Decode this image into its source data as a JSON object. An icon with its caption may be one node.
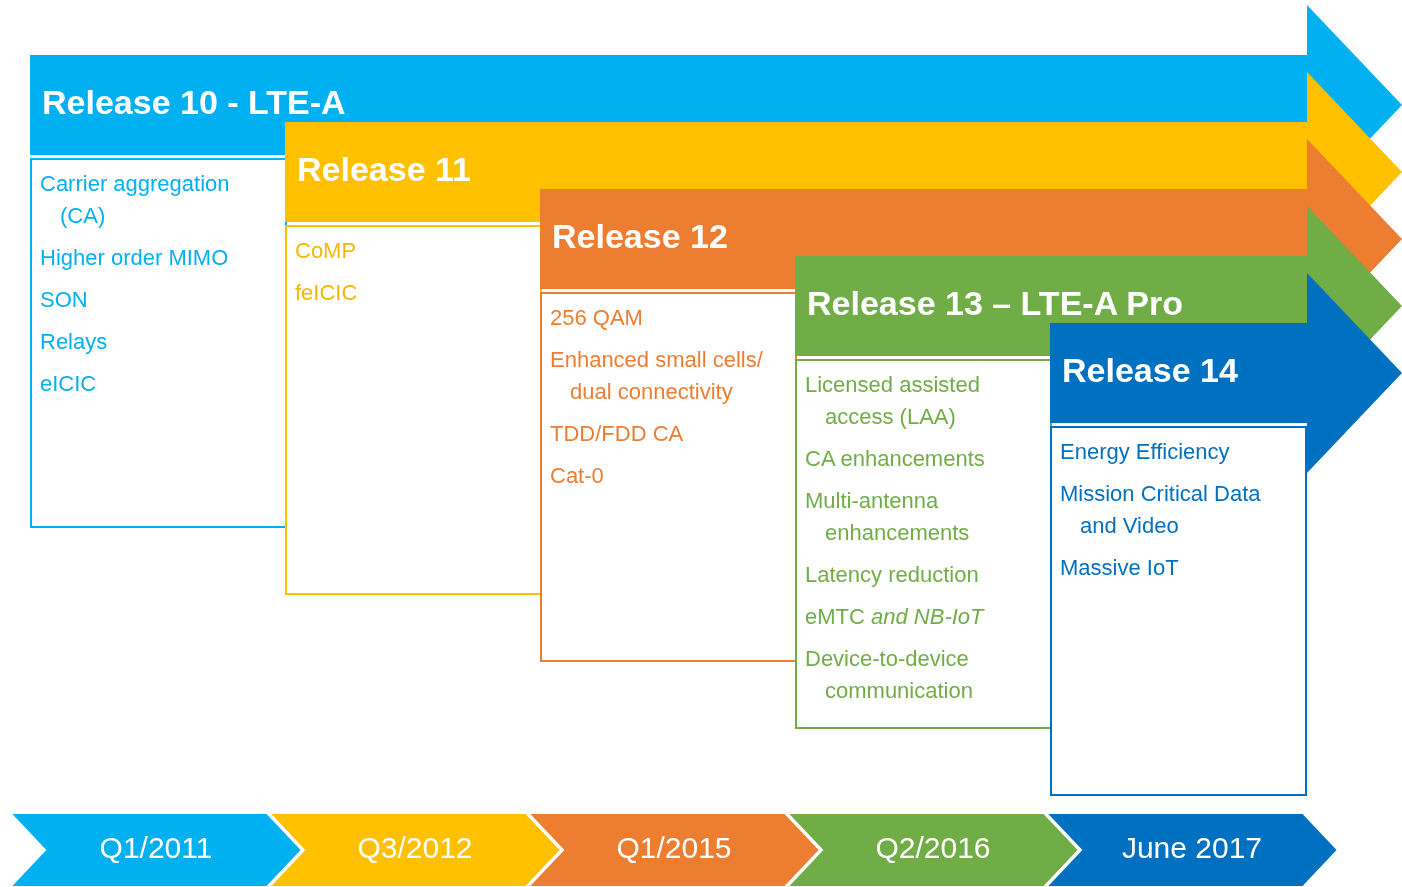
{
  "diagram": {
    "nodes": [
      {
        "text": [
          "Release 10 - LTE-A"
        ]
      },
      {
        "text": [
          "Carrier aggregation (CA)",
          "Higher order MIMO",
          "SON",
          "Relays",
          "eICIC"
        ]
      },
      {
        "text": [
          "Release 11"
        ]
      },
      {
        "text": [
          "CoMP",
          "feICIC"
        ]
      },
      {
        "text": [
          "Release 12"
        ]
      },
      {
        "text": [
          "256 QAM",
          "Enhanced small cells/ dual connectivity",
          "TDD/FDD CA",
          "Cat-0"
        ]
      },
      {
        "text": [
          "Release 13 – LTE-A Pro"
        ]
      },
      {
        "text": [
          "Licensed assisted access (LAA)",
          "CA enhancements",
          "Multi-antenna enhancements",
          "Latency reduction",
          "eMTC *and NB-IoT*",
          "Device-to-device communication"
        ]
      },
      {
        "text": [
          "Release 14"
        ]
      },
      {
        "text": [
          "Energy Efficiency",
          "Mission Critical Data and Video",
          "Massive IoT"
        ]
      },
      {
        "text": [
          "Q1/2011"
        ]
      },
      {
        "text": [
          "Q3/2012"
        ]
      },
      {
        "text": [
          "Q1/2015"
        ]
      },
      {
        "text": [
          "Q2/2016"
        ]
      },
      {
        "text": [
          "June 2017"
        ]
      }
    ]
  }
}
